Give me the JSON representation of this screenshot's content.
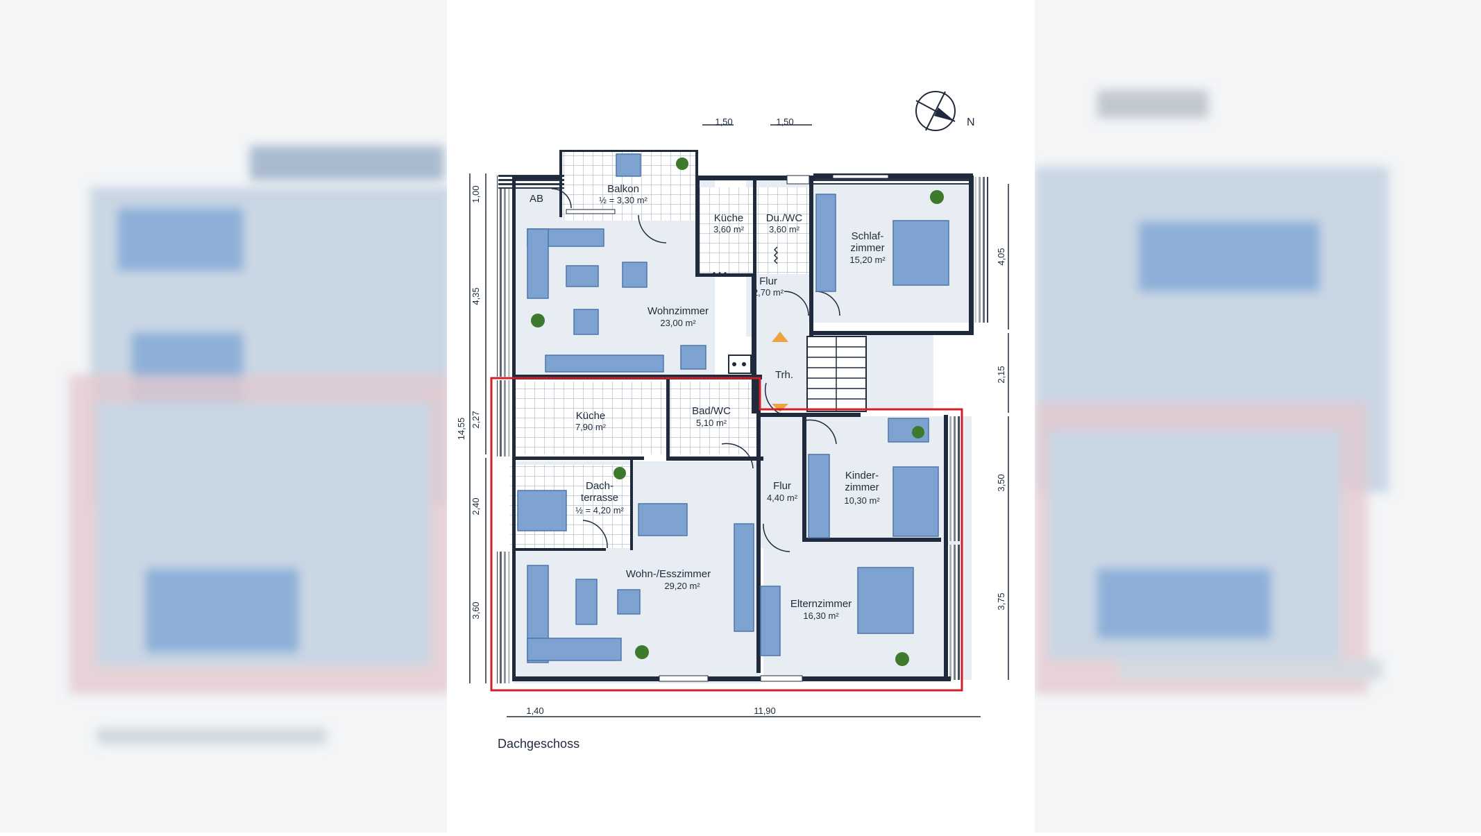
{
  "floor_label": "Dachgeschoss",
  "compass_label": "N",
  "rooms": {
    "balkon": {
      "name": "Balkon",
      "area": "½ = 3,30 m²"
    },
    "ab": {
      "name": "AB"
    },
    "kueche_top": {
      "name": "Küche",
      "area": "3,60 m²"
    },
    "duwc": {
      "name": "Du./WC",
      "area": "3,60 m²"
    },
    "schlaf": {
      "name1": "Schlaf-",
      "name2": "zimmer",
      "area": "15,20 m²"
    },
    "flur_top": {
      "name": "Flur",
      "area": "2,70 m²"
    },
    "wohn": {
      "name": "Wohnzimmer",
      "area": "23,00 m²"
    },
    "trh": {
      "name": "Trh."
    },
    "kueche_bot": {
      "name": "Küche",
      "area": "7,90 m²"
    },
    "badwc": {
      "name": "Bad/WC",
      "area": "5,10 m²"
    },
    "dach": {
      "name1": "Dach-",
      "name2": "terrasse",
      "area": "½ = 4,20 m²"
    },
    "flur_bot": {
      "name": "Flur",
      "area": "4,40 m²"
    },
    "kinder": {
      "name1": "Kinder-",
      "name2": "zimmer",
      "area": "10,30 m²"
    },
    "wohness": {
      "name": "Wohn-/Esszimmer",
      "area": "29,20 m²"
    },
    "eltern": {
      "name": "Elternzimmer",
      "area": "16,30 m²"
    }
  },
  "dimensions": {
    "top": [
      "1,50",
      "1,50"
    ],
    "left": [
      "1,00",
      "4,35",
      "14,55",
      "2,27",
      "2,40",
      "3,60"
    ],
    "right": [
      "4,05",
      "2,15",
      "3,50",
      "3,75"
    ],
    "bottom": [
      "1,40",
      "11,90"
    ]
  },
  "colors": {
    "wall": "#1f2b3c",
    "floor": "#e8edf3",
    "furniture": "#7fa3d1",
    "highlight": "#d01f2a"
  }
}
